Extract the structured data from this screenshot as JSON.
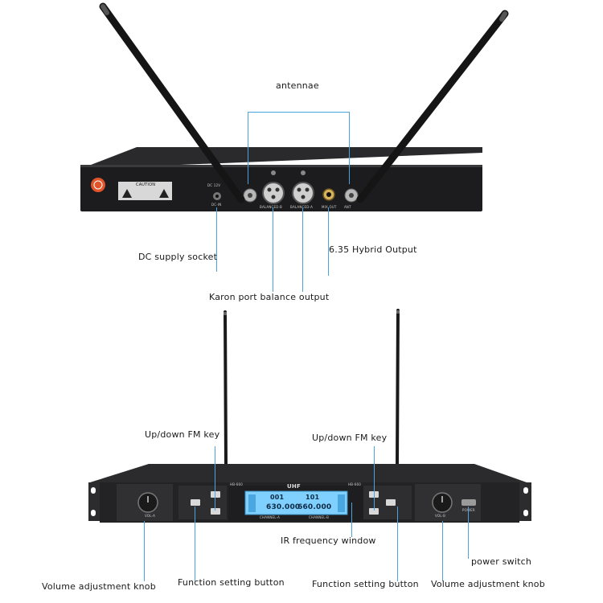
{
  "callouts": {
    "antennae": "antennae",
    "dc_supply_socket": "DC supply socket",
    "hybrid_output": "6.35 Hybrid Output",
    "karon_port": "Karon port balance output",
    "updown_fm_key_left": "Up/down FM key",
    "updown_fm_key_right": "Up/down FM key",
    "ir_frequency_window": "IR frequency window",
    "power_switch": "power switch",
    "volume_knob_left": "Volume adjustment knob",
    "function_button_left": "Function setting button",
    "function_button_right": "Function setting button",
    "volume_knob_right": "Volume adjustment knob"
  },
  "rear_panel": {
    "caution_label": "CAUTION",
    "dc_label": "DC-IN",
    "dc_spec": "DC 12V",
    "balanced_b": "BALANCED-B",
    "balanced_a": "BALANCED-A",
    "mix_out": "MIX OUT",
    "ant": "ANT"
  },
  "front_panel": {
    "brand": "UHF",
    "model_left": "HB-660",
    "model_right": "HB-660",
    "channel_a": "CHANNEL-A",
    "channel_b": "CHANNEL-B",
    "vol_a": "VOL-A",
    "vol_b": "VOL-B",
    "power": "POWER",
    "display": {
      "ch_a": "001",
      "ch_b": "101",
      "freq_a": "630.000",
      "freq_b": "660.000"
    }
  },
  "colors": {
    "leader": "#4aa3df",
    "chassis": "#1b1b1d",
    "lcd": "#7fd0ff",
    "accent_red": "#e2552b"
  }
}
